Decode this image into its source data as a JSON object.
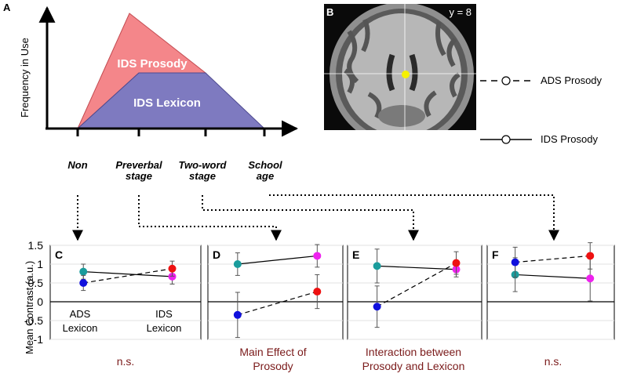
{
  "panel_letters": {
    "a": "A",
    "b": "B",
    "c": "C",
    "d": "D",
    "e": "E",
    "f": "F"
  },
  "panel_a": {
    "ylabel": "Frequency in Use",
    "region_upper": "IDS Prosody",
    "region_lower": "IDS Lexicon",
    "stages": [
      {
        "line1": "Non",
        "line2": ""
      },
      {
        "line1": "Preverbal",
        "line2": "stage"
      },
      {
        "line1": "Two-word",
        "line2": "stage"
      },
      {
        "line1": "School",
        "line2": "age"
      }
    ],
    "colors": {
      "prosody": "#f4868a",
      "lexicon": "#7e7ac0"
    }
  },
  "panel_b": {
    "slice_label": "y = 8"
  },
  "legend": {
    "dashed": "ADS Prosody",
    "solid": "IDS Prosody"
  },
  "ylabel_bottom": "Mean Contrast (a.u.)",
  "ticks": [
    "1.5",
    "1",
    "0.5",
    "0",
    "-0.5",
    "-1"
  ],
  "xcat_c": [
    {
      "l1": "ADS",
      "l2": "Lexicon"
    },
    {
      "l1": "IDS",
      "l2": "Lexicon"
    }
  ],
  "captions": {
    "c": {
      "l1": "n.s.",
      "l2": ""
    },
    "d": {
      "l1": "Main Effect of",
      "l2": "Prosody"
    },
    "e": {
      "l1": "Interaction between",
      "l2": "Prosody and Lexicon"
    },
    "f": {
      "l1": "n.s.",
      "l2": ""
    }
  },
  "caption_color": "#7a1a1a",
  "chart_data": [
    {
      "type": "line",
      "panel": "C",
      "categories": [
        "ADS Lexicon",
        "IDS Lexicon"
      ],
      "ylim": [
        -1,
        1.5
      ],
      "series": [
        {
          "style": "solid",
          "values": [
            0.8,
            0.67
          ],
          "err": [
            0.2,
            0.2
          ],
          "colors": [
            "#1a9c9c",
            "#ee22ee"
          ]
        },
        {
          "style": "dashed",
          "values": [
            0.5,
            0.88
          ],
          "err": [
            0.2,
            0.2
          ],
          "colors": [
            "#1010dd",
            "#ee1111"
          ]
        }
      ]
    },
    {
      "type": "line",
      "panel": "D",
      "categories": [
        "ADS Lexicon",
        "IDS Lexicon"
      ],
      "ylim": [
        -1,
        1.5
      ],
      "series": [
        {
          "style": "solid",
          "values": [
            1.0,
            1.22
          ],
          "err": [
            0.3,
            0.3
          ],
          "colors": [
            "#1a9c9c",
            "#ee22ee"
          ]
        },
        {
          "style": "dashed",
          "values": [
            -0.35,
            0.27
          ],
          "err": [
            0.6,
            0.45
          ],
          "colors": [
            "#1010dd",
            "#ee1111"
          ]
        }
      ]
    },
    {
      "type": "line",
      "panel": "E",
      "categories": [
        "ADS Lexicon",
        "IDS Lexicon"
      ],
      "ylim": [
        -1,
        1.5
      ],
      "series": [
        {
          "style": "solid",
          "values": [
            0.95,
            0.86
          ],
          "err": [
            0.45,
            0.2
          ],
          "colors": [
            "#1a9c9c",
            "#ee22ee"
          ]
        },
        {
          "style": "dashed",
          "values": [
            -0.13,
            1.03
          ],
          "err": [
            0.55,
            0.3
          ],
          "colors": [
            "#1010dd",
            "#ee1111"
          ]
        }
      ]
    },
    {
      "type": "line",
      "panel": "F",
      "categories": [
        "ADS Lexicon",
        "IDS Lexicon"
      ],
      "ylim": [
        -1,
        1.5
      ],
      "series": [
        {
          "style": "solid",
          "values": [
            0.72,
            0.62
          ],
          "err": [
            0.45,
            0.6
          ],
          "colors": [
            "#1a9c9c",
            "#ee22ee"
          ]
        },
        {
          "style": "dashed",
          "values": [
            1.05,
            1.22
          ],
          "err": [
            0.4,
            0.35
          ],
          "colors": [
            "#1010dd",
            "#ee1111"
          ]
        }
      ]
    }
  ]
}
